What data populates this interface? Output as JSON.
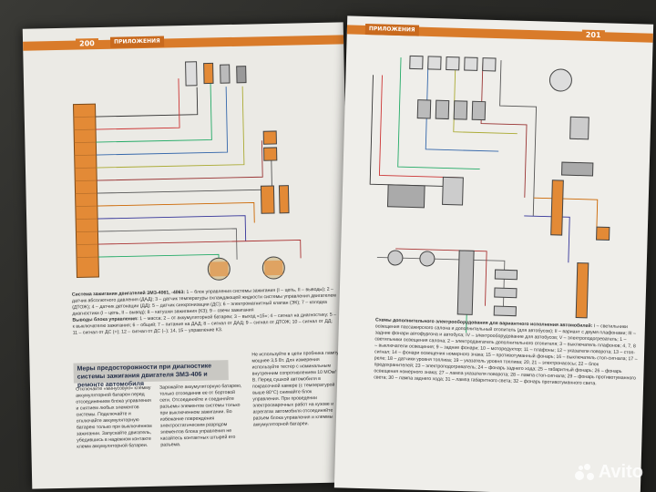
{
  "left_page": {
    "page_number": "200",
    "header": "ПРИЛОЖЕНИЯ",
    "caption_title": "Система зажигания двигателей ЗМЗ-4061, -4063:",
    "caption_text": "1 – блок управления системы зажигания (I – цепь, II – выводы); 2 – датчик абсолютного давления (ДАД); 3 – датчик температуры охлаждающей жидкости системы управления двигателем (ДТОЖ); 4 – датчик детонации (ДД); 5 – датчик синхронизации (ДС); 6 – электромагнитный клапан (ЭК); 7 – колодка диагностики (I – цепь, II – вывод); 8 – катушки зажигания (КЗ); 9 – свечи зажигания",
    "outputs_title": "Выводы блока управления:",
    "outputs_text": "1 – масса; 2 – от аккумуляторной батареи; 3 – выход «15»; 4 – сигнал на диагностику; 5 – к выключателю зажигания; 6 – общий; 7 – питание на ДАД; 8 – сигнал от ДАД; 9 – сигнал от ДТОЖ; 10 – сигнал от ДД; 11 – сигнал от ДС (+); 12 – сигнал от ДС (–); 14, 15 – управление КЗ.",
    "section2_title": "Меры предосторожности при диагностике системы зажигания двигателя ЗМЗ-406 и ремонте автомобиля",
    "col1": "Отключайте «минусовую» клемму аккумуляторной батареи перед отсоединением блока управления и снятием любых элементов системы. Подключайте и отключайте аккумуляторную батарею только при выключенном зажигании. Запускайте двигатель, убедившись в надежном контакте клемм аккумуляторной батареи.",
    "col2": "Заряжайте аккумуляторную батарею, только отсоединив ее от бортовой сети. Отсоединяйте и соединяйте разъемы элементов системы только при выключенном зажигании. Во избежание повреждения электростатическим разрядом элементов блока управления не касайтесь контактных штырей его разъема.",
    "col3": "Не используйте в цепи пробника лампу мощнее 3,5 Вт. Для измерения используйте тестер с номинальным внутренним сопротивлением 10 МОм/В. Перед сушкой автомобиля в покрасочной камере (с температурой выше 80°С) снимайте блок управления. При проведении электросварочных работ на кузове и агрегатах автомобиля отсоединяйте разъем блока управления и клеммы аккумуляторной батареи."
  },
  "right_page": {
    "page_number": "201",
    "header": "ПРИЛОЖЕНИЯ",
    "caption_title": "Схемы дополнительного электрооборудования для вариантного исполнения автомобилей:",
    "caption_text": "I – светильники освещения пассажирского салона и дополнительный отопитель (для автобусов); II – вариант с двумя плафонами; III – задние фонари автофургона и автобуса; IV – электрооборудование для автобусов; V – электроподогреватель; 1 – светильники освещения салона; 2 – электродвигатель дополнительного отопителя; 3 – выключатель плафонов; 4, 7, 8 – выключатели освещения; 9 – задние фонари; 10 – моторедуктор; 11 – плафоны; 12 – указатели поворота; 13 – стоп-сигнал; 14 – фонари освещения номерного знака; 15 – противотуманный фонарь; 16 – выключатель стоп-сигнала; 17 – реле; 18 – датчики уровня топлива; 19 – указатель уровня топлива; 20, 21 – электронасосы; 22 – блок предохранителей; 23 – электроподогреватель; 24 – фонарь заднего хода; 25 – габаритный фонарь; 26 – фонарь освещения номерного знака; 27 – лампа указателя поворота; 28 – лампа стоп-сигнала; 29 – фонарь противотуманного света; 30 – лампа заднего хода; 31 – лампа габаритного света; 32 – фонарь противотуманного света."
  },
  "watermark": {
    "text": "Avito"
  }
}
